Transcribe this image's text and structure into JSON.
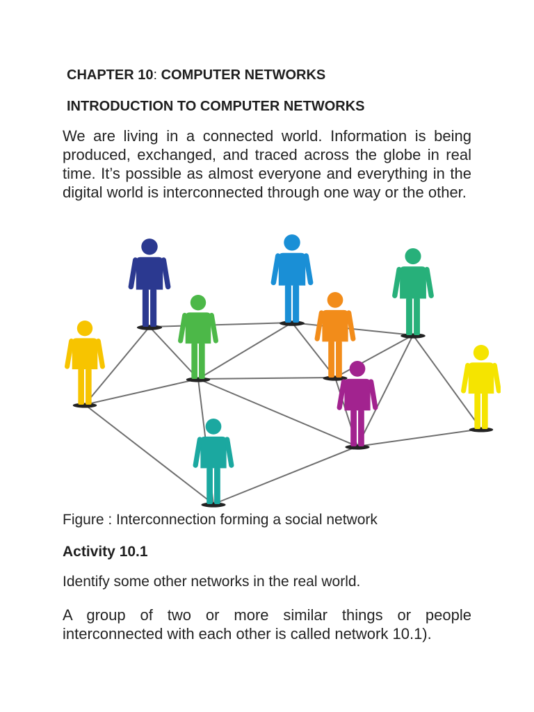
{
  "chapter": {
    "label": "CHAPTER 10",
    "separator": ":",
    "title": " COMPUTER NETWORKS"
  },
  "intro_heading": "INTRODUCTION TO COMPUTER NETWORKS",
  "intro_paragraph": "We are living in a connected world. Information is being produced, exchanged, and traced across the globe in real time. It’s possible as almost everyone and everything in the digital world is interconnected through one way or the other.",
  "figure": {
    "caption": "Figure : Interconnection forming a social network",
    "people": [
      {
        "id": "navy",
        "color": "#2b3990"
      },
      {
        "id": "blue",
        "color": "#1a8fd6"
      },
      {
        "id": "green-right",
        "color": "#27b07a"
      },
      {
        "id": "yellow-left",
        "color": "#f7c400"
      },
      {
        "id": "green",
        "color": "#4cb848"
      },
      {
        "id": "orange",
        "color": "#f28c1a"
      },
      {
        "id": "purple",
        "color": "#a2238f"
      },
      {
        "id": "yellow-right",
        "color": "#f5e400"
      },
      {
        "id": "teal",
        "color": "#1ba8a0"
      }
    ],
    "link_color": "#6e6e6e"
  },
  "activity": {
    "title": "Activity 10.1",
    "prompt": "Identify some other networks in the real world.",
    "definition": "A group of two or more similar things or people interconnected with each other is called network 10.1)."
  }
}
